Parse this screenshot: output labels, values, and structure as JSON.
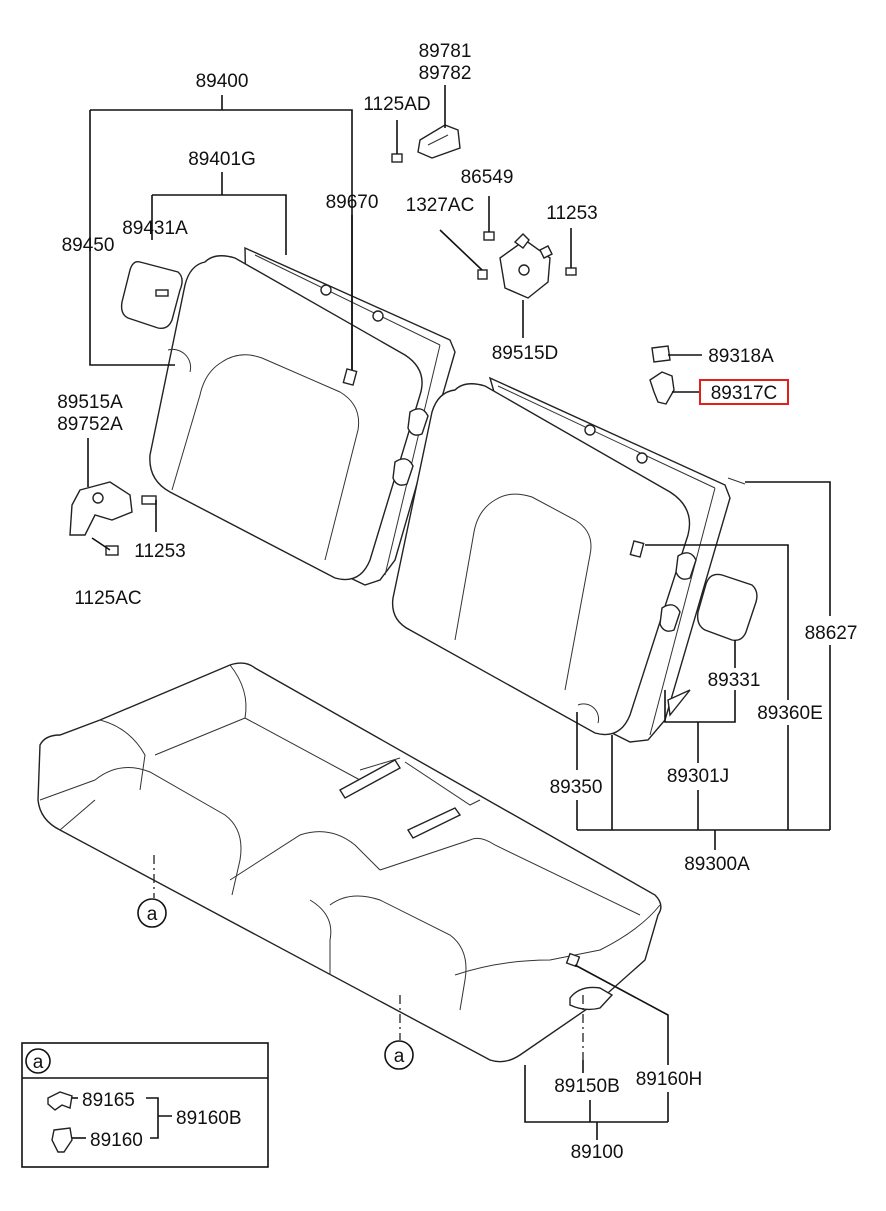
{
  "parts": {
    "p89400": "89400",
    "p89401G": "89401G",
    "p89431A": "89431A",
    "p89450": "89450",
    "p89670": "89670",
    "p1125AD": "1125AD",
    "p89781": "89781",
    "p89782": "89782",
    "p86549": "86549",
    "p1327AC": "1327AC",
    "p11253_top": "11253",
    "p89515D": "89515D",
    "p89318A": "89318A",
    "p89317C": "89317C",
    "p89515A": "89515A",
    "p89752A": "89752A",
    "p11253_left": "11253",
    "p1125AC": "1125AC",
    "p88627": "88627",
    "p89331": "89331",
    "p89360E": "89360E",
    "p89350": "89350",
    "p89301J": "89301J",
    "p89300A": "89300A",
    "p89150B": "89150B",
    "p89160H": "89160H",
    "p89100": "89100"
  },
  "callouts": {
    "a1": "a",
    "a2": "a"
  },
  "detail_box": {
    "marker": "a",
    "p89165": "89165",
    "p89160": "89160",
    "p89160B": "89160B"
  },
  "colors": {
    "highlight": "#e0201c",
    "line": "#111111"
  }
}
